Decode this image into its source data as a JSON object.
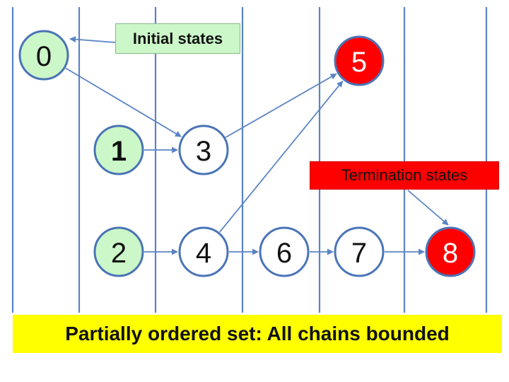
{
  "nodes": [
    {
      "id": "0",
      "label": "0",
      "kind": "initial"
    },
    {
      "id": "1",
      "label": "1",
      "kind": "initial",
      "bold": true
    },
    {
      "id": "2",
      "label": "2",
      "kind": "initial"
    },
    {
      "id": "3",
      "label": "3",
      "kind": "normal"
    },
    {
      "id": "4",
      "label": "4",
      "kind": "normal"
    },
    {
      "id": "5",
      "label": "5",
      "kind": "termination"
    },
    {
      "id": "6",
      "label": "6",
      "kind": "normal"
    },
    {
      "id": "7",
      "label": "7",
      "kind": "normal"
    },
    {
      "id": "8",
      "label": "8",
      "kind": "termination"
    }
  ],
  "edges": [
    {
      "from": "0",
      "to": "3"
    },
    {
      "from": "1",
      "to": "3"
    },
    {
      "from": "2",
      "to": "4"
    },
    {
      "from": "3",
      "to": "5"
    },
    {
      "from": "4",
      "to": "5"
    },
    {
      "from": "4",
      "to": "6"
    },
    {
      "from": "6",
      "to": "7"
    },
    {
      "from": "7",
      "to": "8"
    }
  ],
  "callouts": [
    {
      "text_ref": "labels.initial",
      "target": "0"
    },
    {
      "text_ref": "labels.termination",
      "target": "8"
    }
  ],
  "labels": {
    "initial": "Initial states",
    "termination": "Termination states",
    "caption": "Partially ordered set: All chains bounded"
  },
  "colors": {
    "initial_fill": "#ccf7c8",
    "normal_fill": "#ffffff",
    "termination_fill": "#ff0000",
    "node_stroke": "#4a74b6",
    "edge": "#5b84c4",
    "caption_background": "#ffff00"
  }
}
